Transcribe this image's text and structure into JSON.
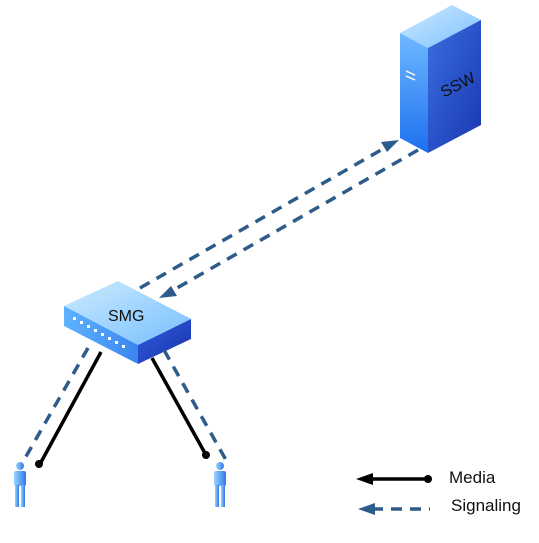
{
  "nodes": {
    "ssw": {
      "label": "SSW",
      "icon": "server-tower-icon"
    },
    "smg": {
      "label": "SMG",
      "icon": "network-switch-icon"
    },
    "user_left": {
      "icon": "person-icon"
    },
    "user_right": {
      "icon": "person-icon"
    }
  },
  "legend": {
    "media": {
      "label": "Media",
      "style": "solid-arrow"
    },
    "signaling": {
      "label": "Signaling",
      "style": "dashed-arrow"
    }
  },
  "colors": {
    "signaling": "#2E5C8A",
    "media": "#000000",
    "device_light": "#8FD0FF",
    "device_dark": "#1F4FD6",
    "device_mid": "#3A86F0"
  }
}
